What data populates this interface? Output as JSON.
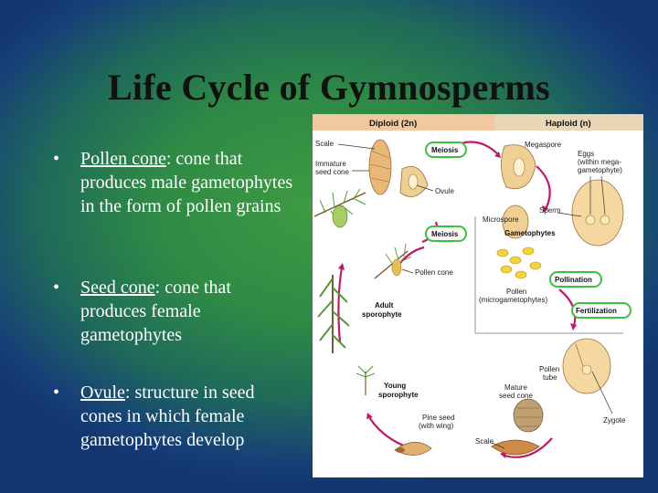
{
  "slide": {
    "title": "Life Cycle of Gymnosperms",
    "bullets": [
      {
        "term": "Pollen cone",
        "definition": ": cone that produces male gametophytes in the form of pollen grains"
      },
      {
        "term": "Seed cone",
        "definition": ": cone that produces female gametophytes"
      },
      {
        "term": "Ovule",
        "definition": ": structure in seed cones in which female gametophytes develop"
      }
    ]
  },
  "diagram": {
    "header_diploid": "Diploid (2n)",
    "header_haploid": "Haploid (n)",
    "labels": {
      "scale_top": "Scale",
      "immature_1": "Immature",
      "immature_2": "seed cone",
      "meiosis_top": "Meiosis",
      "megaspore": "Megaspore",
      "eggs_1": "Eggs",
      "eggs_2": "(within mega-",
      "eggs_3": "gametophyte)",
      "ovule": "Ovule",
      "sperm": "Sperm",
      "microspore": "Microspore",
      "meiosis_bottom": "Meiosis",
      "gametophytes": "Gametophytes",
      "pollen_cone": "Pollen cone",
      "pollination": "Pollination",
      "adult_1": "Adult",
      "adult_2": "sporophyte",
      "pollen_1": "Pollen",
      "pollen_2": "(microgametophytes)",
      "fertilization": "Fertilization",
      "pollen_tube_1": "Pollen",
      "pollen_tube_2": "tube",
      "young_1": "Young",
      "young_2": "sporophyte",
      "mature_1": "Mature",
      "mature_2": "seed cone",
      "pine_seed_1": "Pine seed",
      "pine_seed_2": "(with wing)",
      "zygote": "Zygote",
      "scale_bottom": "Scale"
    }
  },
  "colors": {
    "cycle_arrow": "#c0186a",
    "process_oval_border": "#39c23a",
    "diploid_header_bg": "#f0c9a0",
    "haploid_header_bg": "#e9d6b6"
  }
}
